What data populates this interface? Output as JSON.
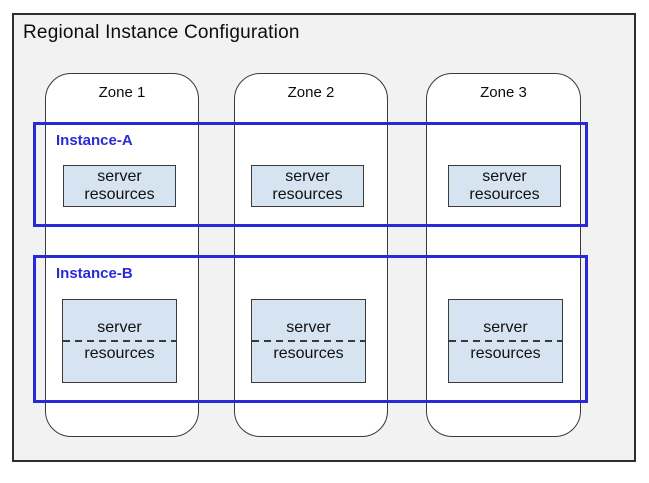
{
  "title": "Regional Instance Configuration",
  "zones": [
    {
      "label": "Zone 1"
    },
    {
      "label": "Zone 2"
    },
    {
      "label": "Zone 3"
    }
  ],
  "instances": [
    {
      "label": "Instance-A",
      "divided": false,
      "boxes": [
        {
          "line1": "server",
          "line2": "resources"
        },
        {
          "line1": "server",
          "line2": "resources"
        },
        {
          "line1": "server",
          "line2": "resources"
        }
      ]
    },
    {
      "label": "Instance-B",
      "divided": true,
      "boxes": [
        {
          "line1": "server",
          "line2": "resources"
        },
        {
          "line1": "server",
          "line2": "resources"
        },
        {
          "line1": "server",
          "line2": "resources"
        }
      ]
    }
  ],
  "colors": {
    "instance_border": "#2929d6",
    "instance_label": "#2b2bd4",
    "resource_fill": "#d6e4f2",
    "region_background": "#f2f2f2",
    "outline": "#2e2e2e"
  }
}
